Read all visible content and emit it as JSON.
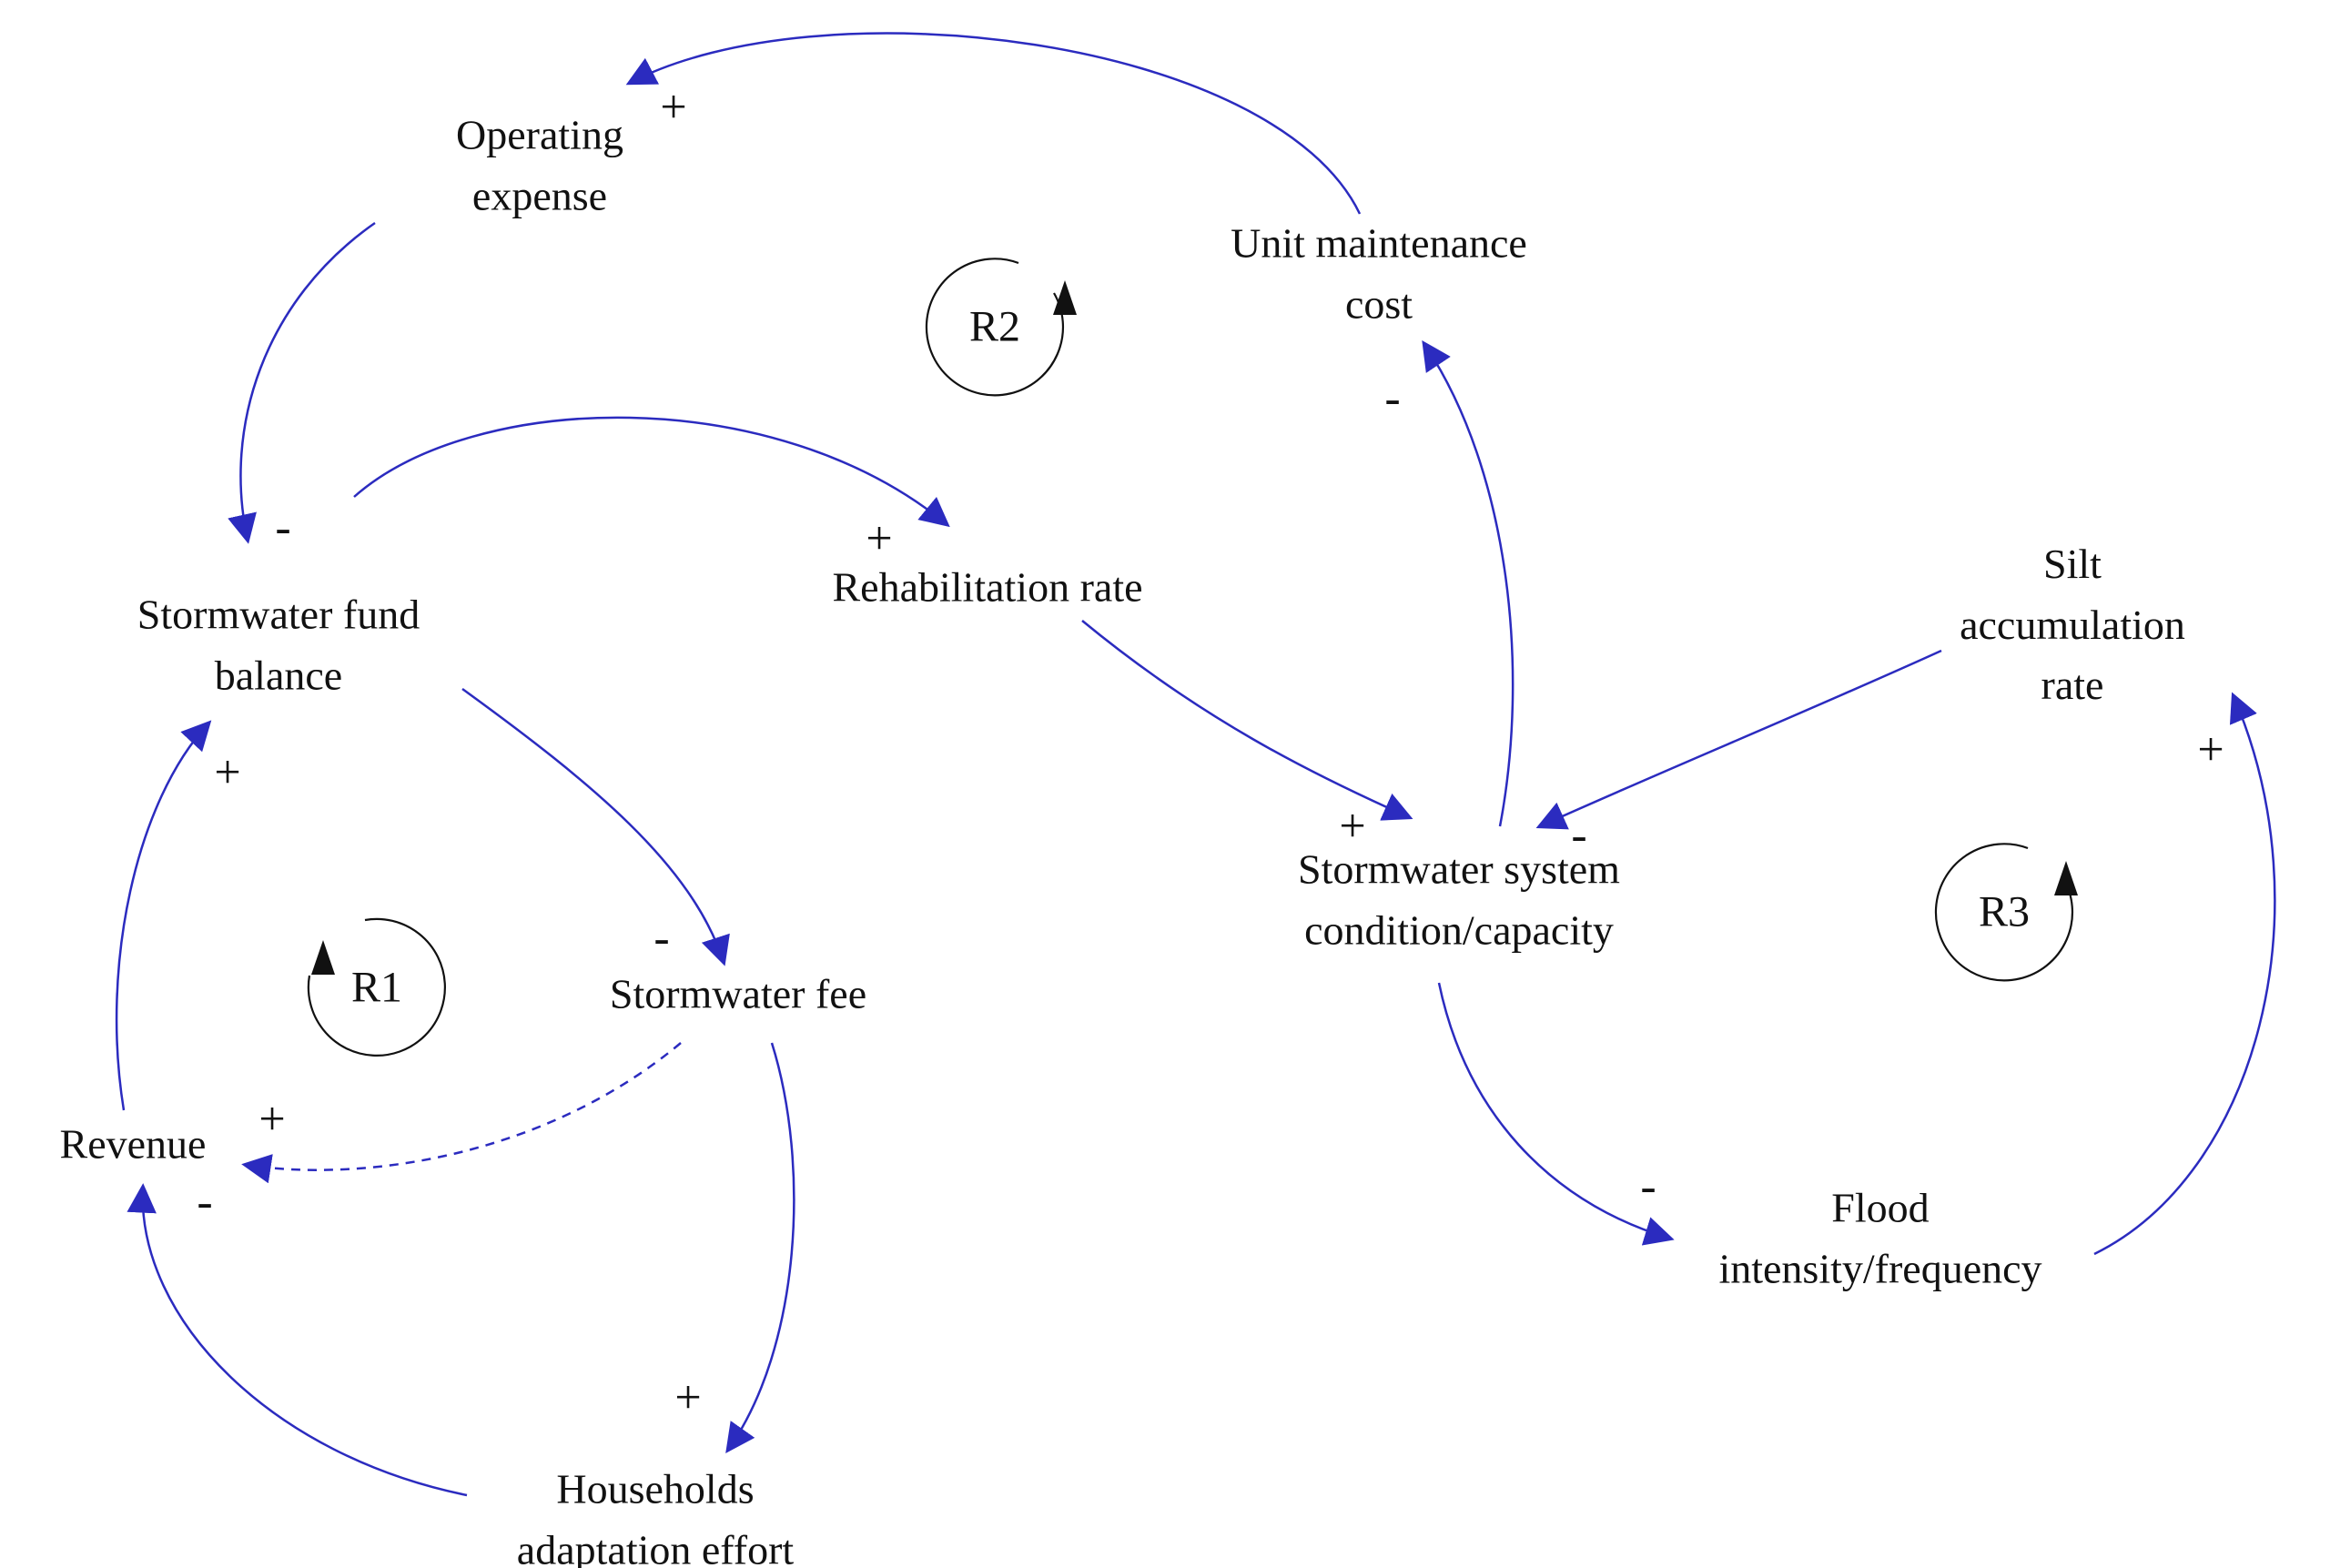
{
  "diagram": {
    "type": "causal-loop-diagram",
    "nodes": [
      {
        "id": "operating-expense",
        "label": "Operating\nexpense"
      },
      {
        "id": "unit-maintenance-cost",
        "label": "Unit maintenance\ncost"
      },
      {
        "id": "rehabilitation-rate",
        "label": "Rehabilitation rate"
      },
      {
        "id": "stormwater-fund-balance",
        "label": "Stormwater fund\nbalance"
      },
      {
        "id": "silt-accumulation-rate",
        "label": "Silt accumulation\nrate"
      },
      {
        "id": "stormwater-system-condition",
        "label": "Stormwater system\ncondition/capacity"
      },
      {
        "id": "stormwater-fee",
        "label": "Stormwater fee"
      },
      {
        "id": "revenue",
        "label": "Revenue"
      },
      {
        "id": "flood-intensity-frequency",
        "label": "Flood\nintensity/frequency"
      },
      {
        "id": "households-adaptation-effort",
        "label": "Households\nadaptation effort"
      }
    ],
    "loops": [
      {
        "id": "R1",
        "label": "R1",
        "kind": "reinforcing"
      },
      {
        "id": "R2",
        "label": "R2",
        "kind": "reinforcing"
      },
      {
        "id": "R3",
        "label": "R3",
        "kind": "reinforcing"
      }
    ],
    "edges": [
      {
        "from": "unit-maintenance-cost",
        "to": "operating-expense",
        "polarity": "+",
        "style": "solid"
      },
      {
        "from": "operating-expense",
        "to": "stormwater-fund-balance",
        "polarity": "-",
        "style": "solid"
      },
      {
        "from": "stormwater-fund-balance",
        "to": "rehabilitation-rate",
        "polarity": "+",
        "style": "solid"
      },
      {
        "from": "rehabilitation-rate",
        "to": "stormwater-system-condition",
        "polarity": "+",
        "style": "solid"
      },
      {
        "from": "stormwater-system-condition",
        "to": "unit-maintenance-cost",
        "polarity": "-",
        "style": "solid"
      },
      {
        "from": "silt-accumulation-rate",
        "to": "stormwater-system-condition",
        "polarity": "-",
        "style": "solid"
      },
      {
        "from": "stormwater-system-condition",
        "to": "flood-intensity-frequency",
        "polarity": "-",
        "style": "solid"
      },
      {
        "from": "flood-intensity-frequency",
        "to": "silt-accumulation-rate",
        "polarity": "+",
        "style": "solid"
      },
      {
        "from": "stormwater-fund-balance",
        "to": "stormwater-fee",
        "polarity": "-",
        "style": "solid"
      },
      {
        "from": "stormwater-fee",
        "to": "revenue",
        "polarity": "+",
        "style": "dashed"
      },
      {
        "from": "revenue",
        "to": "stormwater-fund-balance",
        "polarity": "+",
        "style": "solid"
      },
      {
        "from": "stormwater-fee",
        "to": "households-adaptation-effort",
        "polarity": "+",
        "style": "solid"
      },
      {
        "from": "households-adaptation-effort",
        "to": "revenue",
        "polarity": "-",
        "style": "solid"
      }
    ],
    "colors": {
      "arrow": "#2b2bbf",
      "text": "#111111",
      "loop": "#111111",
      "background": "#ffffff"
    }
  }
}
